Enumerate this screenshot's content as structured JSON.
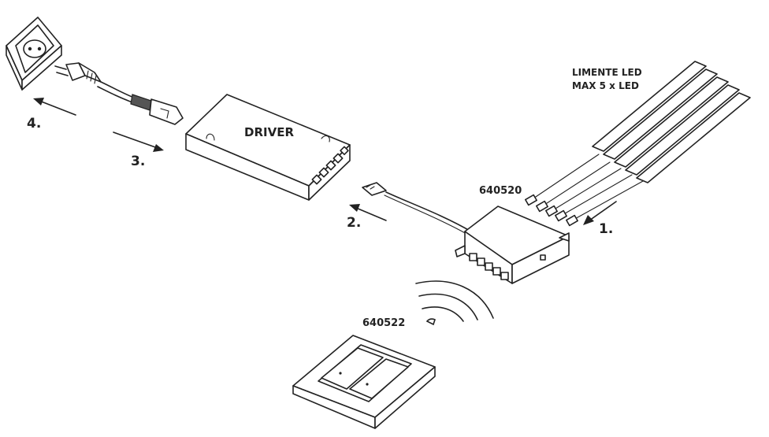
{
  "labels": {
    "step1": "1.",
    "step2": "2.",
    "step3": "3.",
    "step4": "4.",
    "driver": "DRIVER",
    "receiver_code": "640520",
    "remote_code": "640522",
    "led_line1": "LIMENTE LED",
    "led_line2": "MAX 5 x LED"
  },
  "colors": {
    "line": "#222222",
    "background": "#ffffff"
  }
}
